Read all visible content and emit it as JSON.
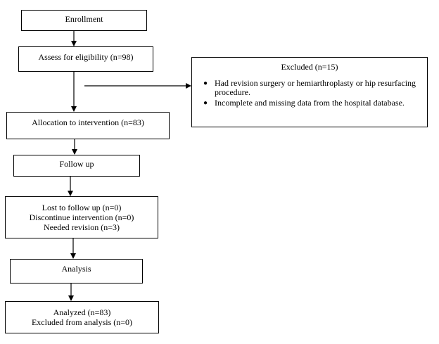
{
  "boxes": {
    "enrollment": "Enrollment",
    "assess": "Assess for eligibility (n=98)",
    "excluded": {
      "title": "Excluded (n=15)",
      "items": [
        "Had revision surgery or hemiarthroplasty or hip resurfacing procedure.",
        "Incomplete and missing data from the hospital database."
      ]
    },
    "allocation": "Allocation to intervention (n=83)",
    "follow_up": "Follow up",
    "lost": {
      "line1": "Lost to follow up (n=0)",
      "line2": "Discontinue intervention (n=0)",
      "line3": "Needed revision (n=3)"
    },
    "analysis": "Analysis",
    "analyzed": {
      "line1": "Analyzed (n=83)",
      "line2": "Excluded from analysis (n=0)"
    }
  },
  "colors": {
    "stroke": "#000000",
    "background": "#ffffff"
  }
}
